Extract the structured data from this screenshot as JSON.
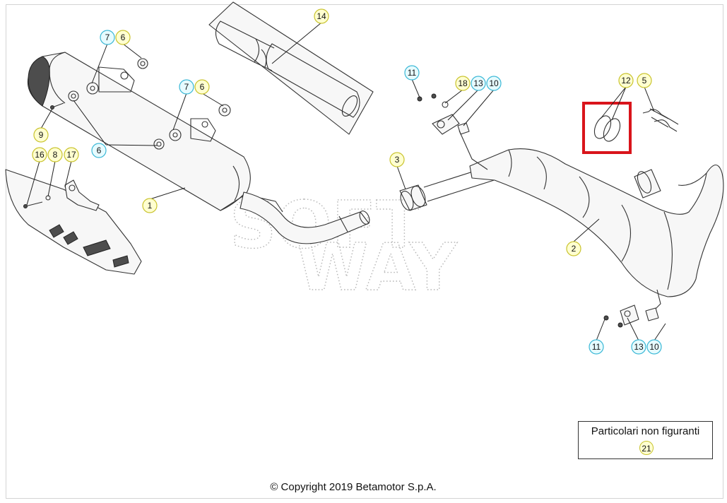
{
  "colors": {
    "badge_yellow_fill": "#ffffd0",
    "badge_yellow_stroke": "#c9c32e",
    "badge_cyan_fill": "#e6fbff",
    "badge_cyan_stroke": "#3bb8d6",
    "highlight": "#d9141b"
  },
  "watermark": {
    "line1": "SOFT",
    "line2": "WAY"
  },
  "callouts": [
    {
      "id": "c1",
      "label": "1",
      "style": "yellow"
    },
    {
      "id": "c2",
      "label": "2",
      "style": "yellow"
    },
    {
      "id": "c3",
      "label": "3",
      "style": "yellow"
    },
    {
      "id": "c5",
      "label": "5",
      "style": "yellow"
    },
    {
      "id": "c6a",
      "label": "6",
      "style": "yellow"
    },
    {
      "id": "c7a",
      "label": "7",
      "style": "cyan"
    },
    {
      "id": "c6b",
      "label": "6",
      "style": "yellow"
    },
    {
      "id": "c7b",
      "label": "7",
      "style": "cyan"
    },
    {
      "id": "c6c",
      "label": "6",
      "style": "cyan"
    },
    {
      "id": "c8",
      "label": "8",
      "style": "yellow"
    },
    {
      "id": "c9",
      "label": "9",
      "style": "yellow"
    },
    {
      "id": "c10a",
      "label": "10",
      "style": "cyan"
    },
    {
      "id": "c10b",
      "label": "10",
      "style": "cyan"
    },
    {
      "id": "c11a",
      "label": "11",
      "style": "cyan"
    },
    {
      "id": "c11b",
      "label": "11",
      "style": "cyan"
    },
    {
      "id": "c12",
      "label": "12",
      "style": "yellow"
    },
    {
      "id": "c13a",
      "label": "13",
      "style": "cyan"
    },
    {
      "id": "c13b",
      "label": "13",
      "style": "cyan"
    },
    {
      "id": "c14",
      "label": "14",
      "style": "yellow"
    },
    {
      "id": "c16",
      "label": "16",
      "style": "yellow"
    },
    {
      "id": "c17",
      "label": "17",
      "style": "yellow"
    },
    {
      "id": "c18",
      "label": "18",
      "style": "yellow"
    }
  ],
  "legend": {
    "title": "Particolari non figuranti",
    "item": "21"
  },
  "footer": {
    "copyright": "© Copyright 2019 Betamotor S.p.A."
  }
}
